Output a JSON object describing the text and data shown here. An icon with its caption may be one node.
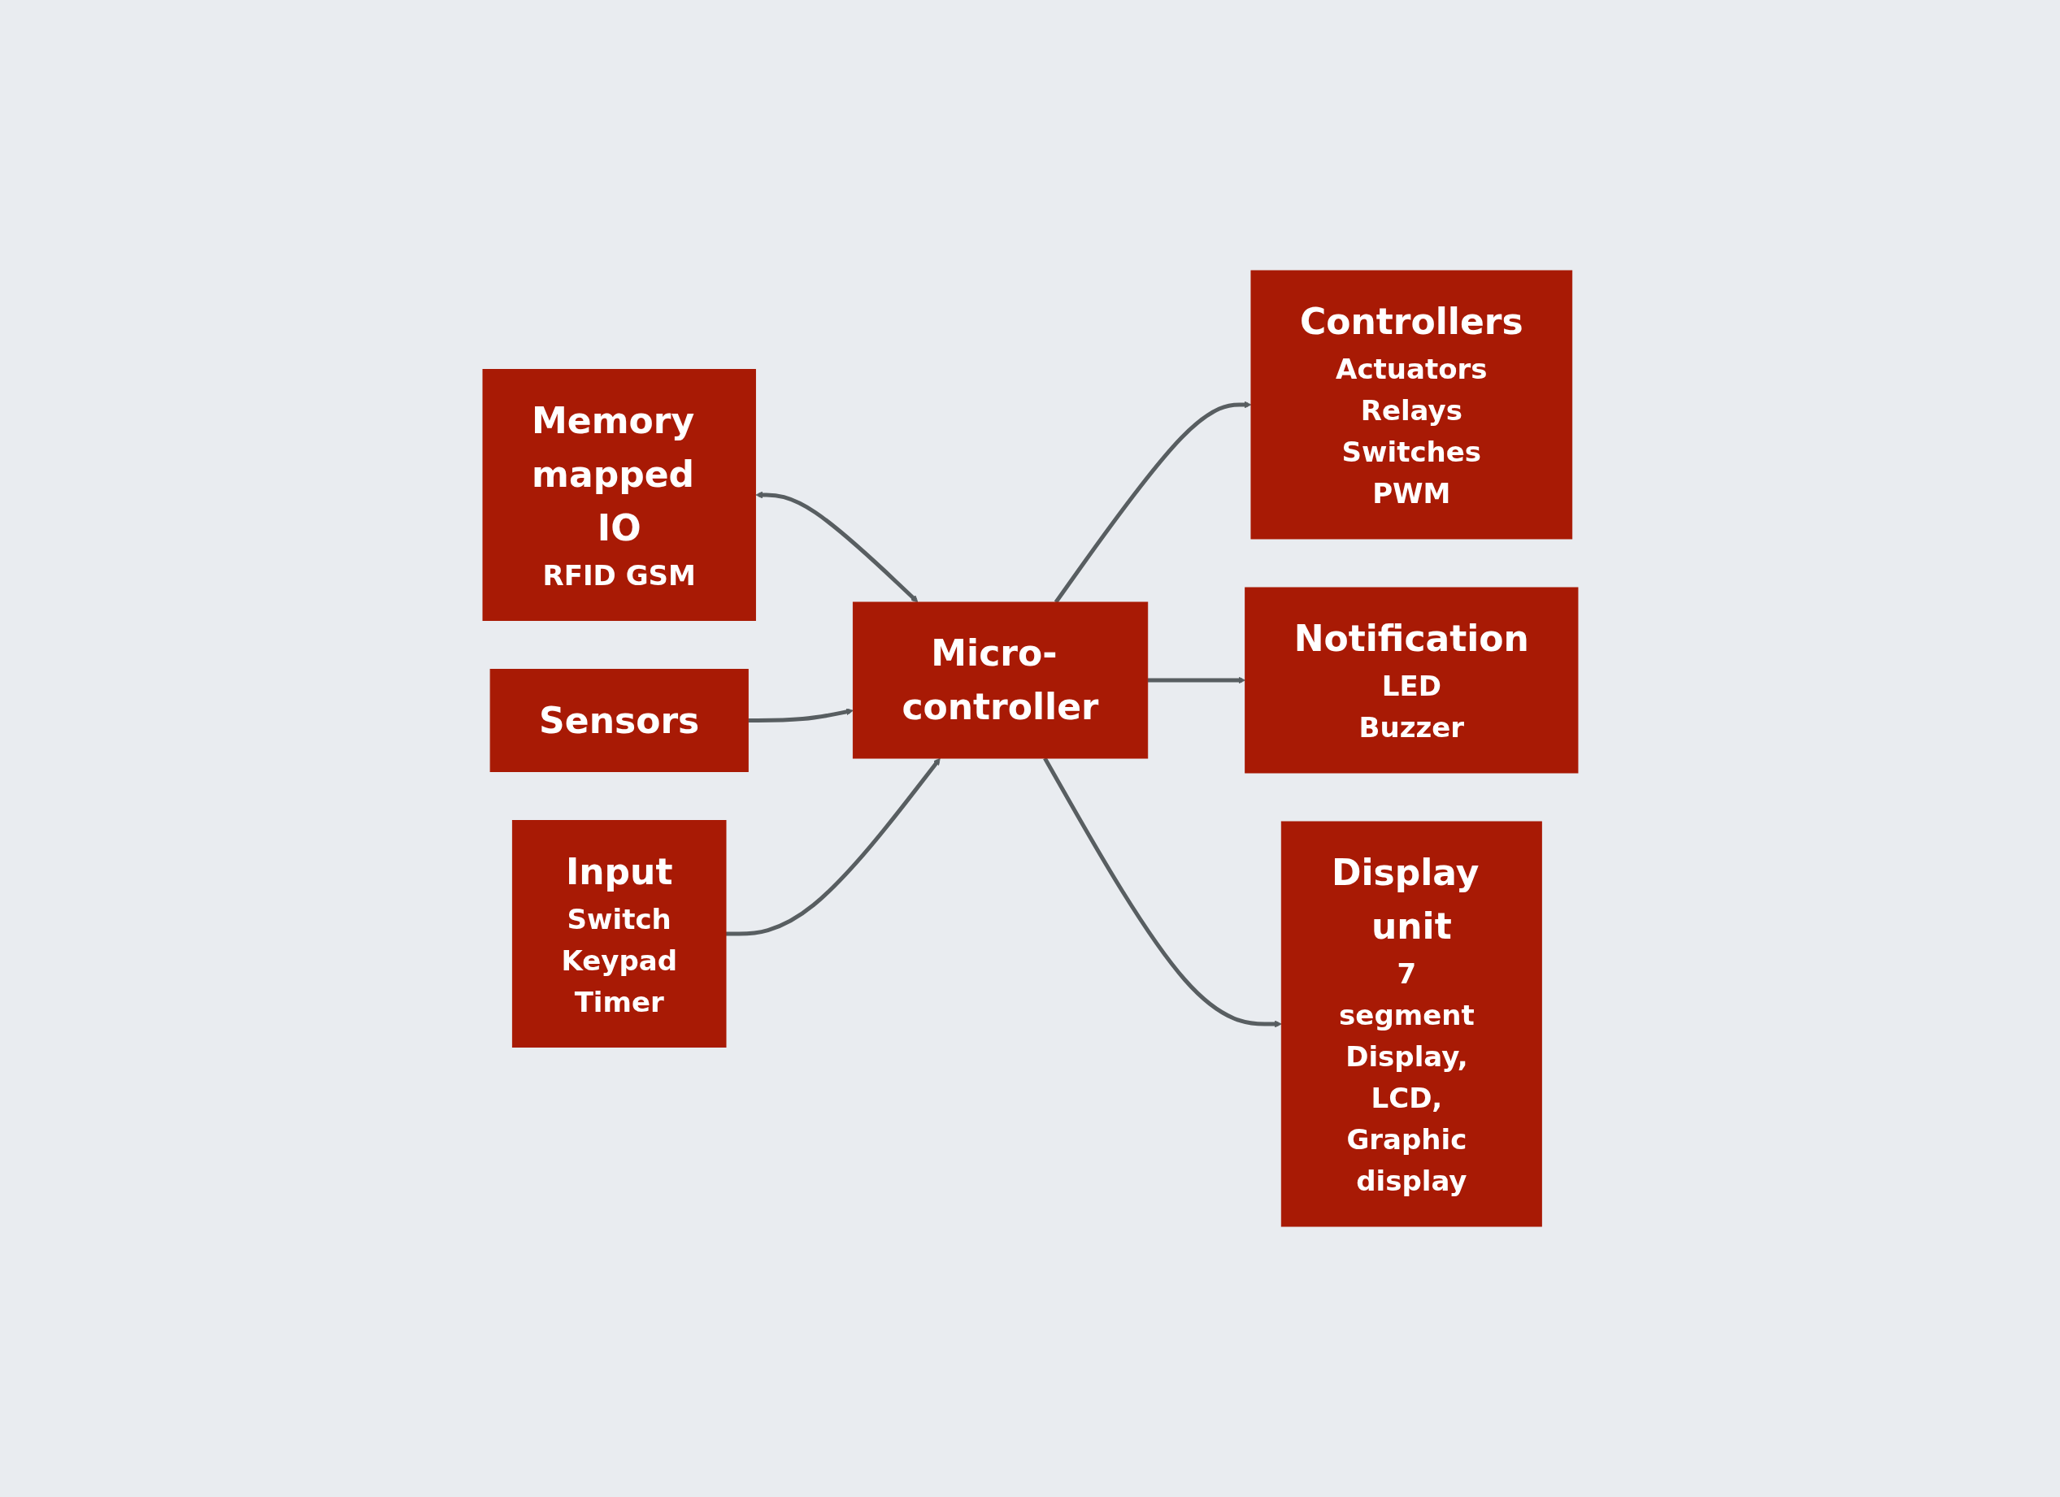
{
  "diagram": {
    "nodes": [
      {
        "text": [
          "Memory mapped IO",
          "RFID GSM"
        ]
      },
      {
        "text": [
          "Sensors"
        ]
      },
      {
        "text": [
          "Controllers",
          "Actuators",
          "Relays",
          "Switches",
          "PWM"
        ]
      },
      {
        "text": [
          "Micro- controller"
        ]
      },
      {
        "text": [
          "Input",
          "Switch",
          "Keypad",
          "Timer"
        ]
      },
      {
        "text": [
          "Notification",
          "LED",
          "Buzzer"
        ]
      },
      {
        "text": [
          "Display unit",
          "7 segment Display, LCD, Graphic display"
        ]
      }
    ],
    "edges": [
      {
        "from": 0,
        "to": 3,
        "arrow": "both"
      },
      {
        "from": 1,
        "to": 3,
        "arrow": "to"
      },
      {
        "from": 3,
        "to": 2,
        "arrow": "to"
      },
      {
        "from": 4,
        "to": 3,
        "arrow": "to"
      },
      {
        "from": 3,
        "to": 5,
        "arrow": "to"
      },
      {
        "from": 3,
        "to": 6,
        "arrow": "to"
      }
    ]
  }
}
